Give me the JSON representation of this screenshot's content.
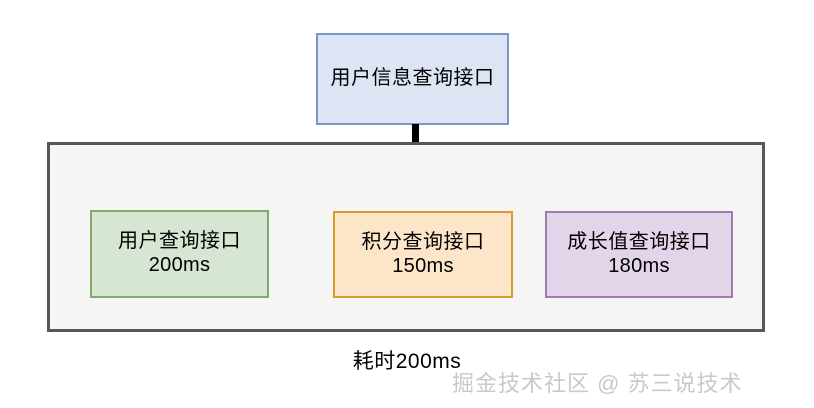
{
  "diagram": {
    "root": {
      "label": "用户信息查询接口"
    },
    "group": {
      "nodes": [
        {
          "name": "用户查询接口",
          "latency": "200ms"
        },
        {
          "name": "积分查询接口",
          "latency": "150ms"
        },
        {
          "name": "成长值查询接口",
          "latency": "180ms"
        }
      ]
    },
    "caption": "耗时200ms",
    "watermark": "掘金技术社区 @ 苏三说技术",
    "colors": {
      "root_fill": "#dde5f5",
      "root_border": "#7b96c4",
      "group_fill": "#f5f5f4",
      "group_border": "#575757",
      "node1_fill": "#d7e6d2",
      "node1_border": "#82ab6b",
      "node2_fill": "#fde5c9",
      "node2_border": "#d89b33",
      "node3_fill": "#e3d5e9",
      "node3_border": "#9f7bb0",
      "connector": "#000000",
      "watermark": "#c9c9c9"
    }
  }
}
